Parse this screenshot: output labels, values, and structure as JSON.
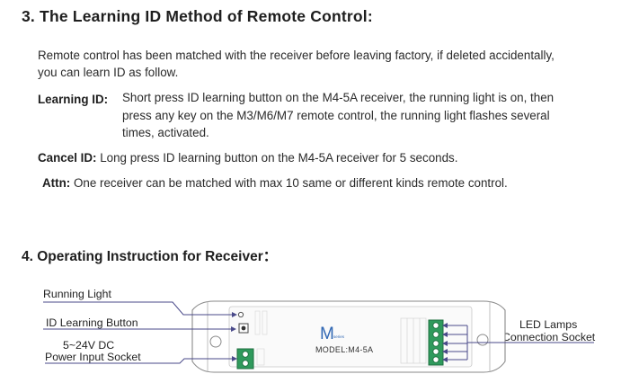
{
  "section3": {
    "title": "3. The Learning ID Method of Remote Control:",
    "intro_line1": "Remote control has been matched with the receiver before leaving factory, if deleted accidentally,",
    "intro_line2": "you can learn ID as follow.",
    "learning_label": "Learning ID:",
    "learning_line1": "Short press ID learning button on the M4-5A receiver, the running light is on, then",
    "learning_line2": "press any key on the M3/M6/M7 remote control,  the running light flashes several",
    "learning_line3": "times, activated.",
    "cancel_label": "Cancel ID:",
    "cancel_text": "Long press ID learning button on the M4-5A receiver for 5 seconds.",
    "attn_label": "Attn:",
    "attn_text": "One receiver can be matched with max 10 same or different kinds remote control."
  },
  "section4": {
    "title": "4. Operating Instruction for Receiver：",
    "diagram": {
      "running_light": "Running Light",
      "id_button": "ID Learning Button",
      "power_line1": "5~24V DC",
      "power_line2": "Power Input Socket",
      "led_line1": "LED Lamps",
      "led_line2": "Connection Socket",
      "brand_letter": "M",
      "brand_series": "series",
      "model": "MODEL:M4-5A"
    }
  }
}
